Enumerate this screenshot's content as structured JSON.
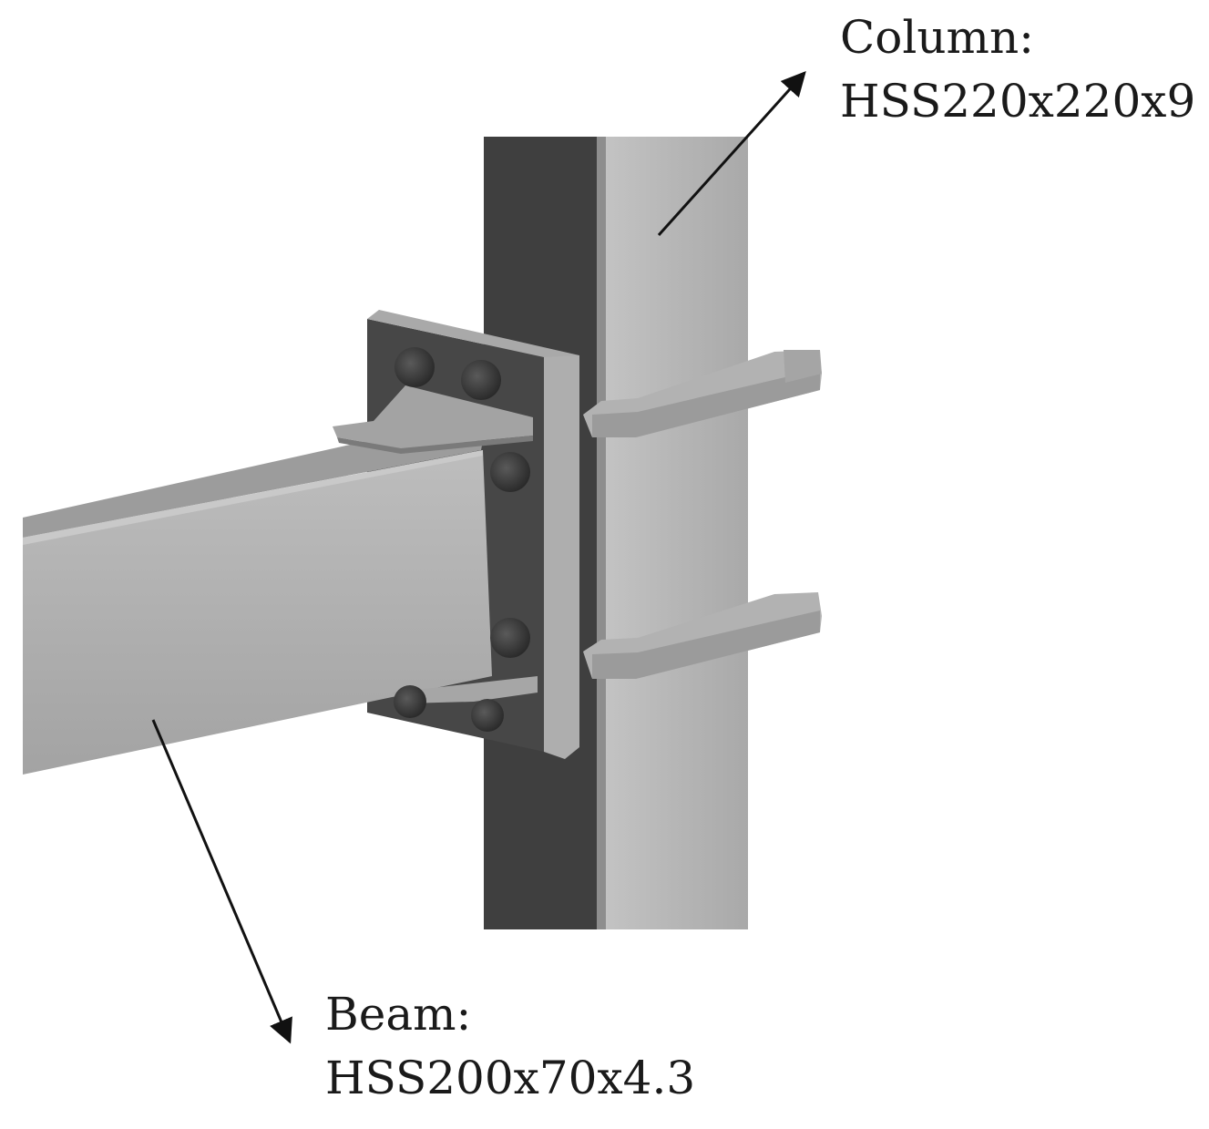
{
  "labels": {
    "column": {
      "name": "Column:",
      "section": "HSS220x220x9"
    },
    "beam": {
      "name": "Beam:",
      "section": "HSS200x70x4.3"
    }
  },
  "colors": {
    "column_dark": "#3d3d3d",
    "column_light": "#b8b8b8",
    "beam_face": "#b0b0b0",
    "beam_top": "#9a9a9a",
    "plate_face": "#454545",
    "plate_edge": "#a8a8a8",
    "bolt": "#2e2e2e",
    "arrow": "#111111"
  }
}
